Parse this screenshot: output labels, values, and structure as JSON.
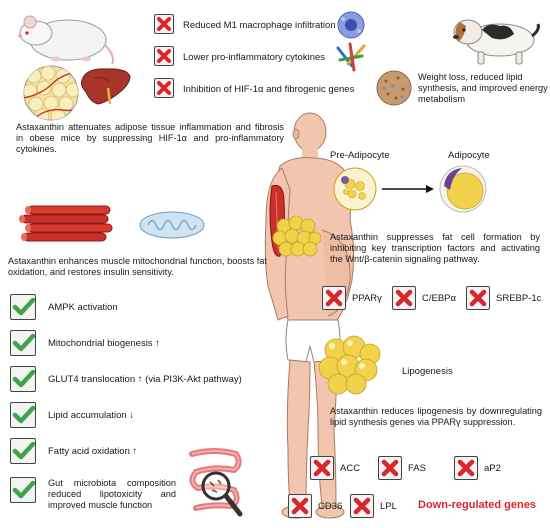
{
  "top_left": {
    "effects": [
      "Reduced M1 macrophage infiltration",
      "Lower pro-inflammatory cytokines",
      "Inhibition of HIF-1α and fibrogenic genes"
    ],
    "description": "Astaxanthin attenuates adipose tissue inflammation and fibrosis in obese mice by suppressing HIF-1α and pro-inflammatory cytokines."
  },
  "top_right": {
    "description": "Weight loss, reduced lipid synthesis, and improved energy metabolism"
  },
  "muscle": {
    "description": "Astaxanthin enhances muscle mitochondrial function, boosts fat oxidation, and restores insulin sensitivity.",
    "effects": [
      "AMPK activation",
      "Mitochondrial biogenesis ↑",
      "GLUT4 translocation ↑ (via PI3K-Akt pathway)",
      "Lipid accumulation ↓",
      "Fatty acid oxidation ↑",
      "Gut microbiota composition reduced lipotoxicity and improved muscle function"
    ]
  },
  "adipocyte": {
    "pre_label": "Pre-Adipocyte",
    "post_label": "Adipocyte",
    "description": "Astaxanthin suppresses fat cell formation by inhibiting key transcription factors and activating the Wnt/β-catenin signaling pathway.",
    "factors": [
      "PPARγ",
      "C/EBPα",
      "SREBP-1c"
    ]
  },
  "lipogenesis": {
    "label": "Lipogenesis",
    "description": "Astaxanthin reduces lipogenesis by downregulating lipid synthesis genes via PPARγ suppression.",
    "genes": [
      "ACC",
      "FAS",
      "aP2",
      "CD36",
      "LPL"
    ],
    "legend": "Down-regulated genes"
  },
  "colors": {
    "cross": "#d8262c",
    "check": "#3fa34a",
    "legend": "#d8262c",
    "fat": "#f2d24c",
    "muscle": "#c9302c"
  }
}
